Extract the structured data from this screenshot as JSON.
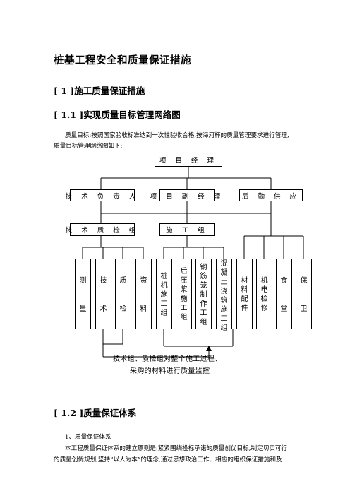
{
  "title": "桩基工程安全和质量保证措施",
  "section1": {
    "num": "[ 1 ]",
    "text": "施工质量保证措施"
  },
  "section11": {
    "num": "[ 1.1 ]",
    "text": "实现质量目标管理网络图"
  },
  "intro": {
    "line1": "质量目标:按照国家验收标准达到一次性验收合格,按海河杯的质量管理要求进行管理,",
    "line2": "质量目标管理网络图如下:"
  },
  "org": {
    "manager": "项 目 经 理",
    "tech_lead": "技 术 负 责 人",
    "deputy": "项 目 副 经 理",
    "logistics": "后 勤 供 应",
    "qc_group": "技 术 质 检 组",
    "construction_group": "施   工   组",
    "units": [
      {
        "top": "测",
        "bottom": "量"
      },
      {
        "top": "技",
        "bottom": "术"
      },
      {
        "top": "质",
        "bottom": "检"
      },
      {
        "top": "资",
        "bottom": "料"
      },
      {
        "text": "桩机施工组"
      },
      {
        "text": "后压浆施工组"
      },
      {
        "text": "钢筋笼制作工组"
      },
      {
        "text": "混凝土浇筑施工组"
      },
      {
        "text": "材料配件"
      },
      {
        "text": "机电检修"
      },
      {
        "top": "食",
        "bottom": "堂"
      },
      {
        "top": "保",
        "bottom": "卫"
      }
    ],
    "note_line1": "技术组、质检组对整个施工过程、",
    "note_line2": "采购的材料进行质量监控"
  },
  "section12": {
    "num": "[ 1.2 ]",
    "text": "质量保证体系"
  },
  "body": {
    "item": "1、质量保证体系",
    "line1": "本工程质量保证体系的建立原则是:紧紧围绕投标承诺的质量创优目标,制定切实可行",
    "line2": "的质量创优规划,坚持“以人为本”的理念,通过思想政治工作、相应的组织保证措施和及"
  }
}
